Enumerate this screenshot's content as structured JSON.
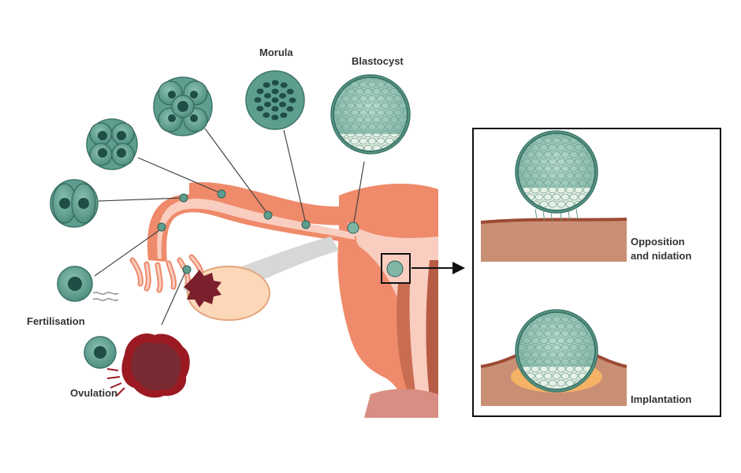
{
  "labels": {
    "morula": "Morula",
    "blastocyst": "Blastocyst",
    "fertilisation": "Fertilisation",
    "ovulation": "Ovulation",
    "opposition_line1": "Opposition",
    "opposition_line2": "and nidation",
    "implantation": "Implantation"
  },
  "colors": {
    "uterus": "#ef8a6a",
    "tube_lining": "#f9cdbf",
    "cell_green": "#5e9e8f",
    "cell_light": "#cfe6dc",
    "nucleus": "#1f4e46",
    "ovary": "#fcd8b8",
    "ligament": "#d7d7d7",
    "follicle": "#7a1f2b",
    "tissue": "#c98f75"
  },
  "stages": [
    "fertilised-egg",
    "2-cell",
    "4-cell",
    "8-cell",
    "morula",
    "blastocyst"
  ]
}
